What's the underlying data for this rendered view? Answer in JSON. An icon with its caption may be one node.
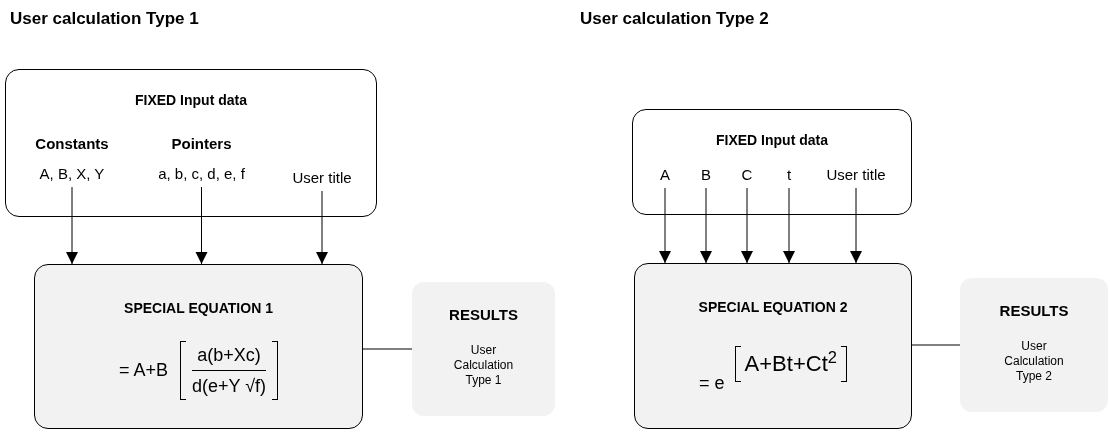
{
  "diagram": {
    "nodes": [
      {
        "text": [
          "FIXED Input data"
        ]
      },
      {
        "text": [
          "Constants",
          "A, B, X, Y"
        ],
        "in": 0
      },
      {
        "text": [
          "Pointers",
          "a, b, c, d, e, f"
        ],
        "in": 0
      },
      {
        "text": [
          "User title"
        ],
        "in": 0
      },
      {
        "text": [
          "SPECIAL EQUATION 1",
          "= A+B",
          "a(b+Xc)",
          "d(e+Y √f)"
        ]
      },
      {
        "text": [
          "RESULTS",
          "User Calculation Type 1"
        ]
      },
      {
        "text": [
          "FIXED Input data"
        ]
      },
      {
        "text": [
          "A"
        ],
        "in": 6
      },
      {
        "text": [
          "B"
        ],
        "in": 6
      },
      {
        "text": [
          "C"
        ],
        "in": 6
      },
      {
        "text": [
          "t"
        ],
        "in": 6
      },
      {
        "text": [
          "User title"
        ],
        "in": 6
      },
      {
        "text": [
          "SPECIAL EQUATION 2",
          "= e",
          "A+Bt+Ct$^{2}$"
        ]
      },
      {
        "text": [
          "RESULTS",
          "User Calculation Type 2"
        ]
      }
    ],
    "edges": [
      {
        "from": 1,
        "to": 4,
        "arrow": "to"
      },
      {
        "from": 2,
        "to": 4,
        "arrow": "to"
      },
      {
        "from": 3,
        "to": 4,
        "arrow": "to"
      },
      {
        "from": 4,
        "to": 5,
        "arrow": "none"
      },
      {
        "from": 7,
        "to": 12,
        "arrow": "to"
      },
      {
        "from": 8,
        "to": 12,
        "arrow": "to"
      },
      {
        "from": 9,
        "to": 12,
        "arrow": "to"
      },
      {
        "from": 10,
        "to": 12,
        "arrow": "to"
      },
      {
        "from": 11,
        "to": 12,
        "arrow": "to"
      },
      {
        "from": 12,
        "to": 13,
        "arrow": "none"
      }
    ],
    "labels": [
      "User calculation Type 1",
      "User calculation Type 2"
    ]
  }
}
